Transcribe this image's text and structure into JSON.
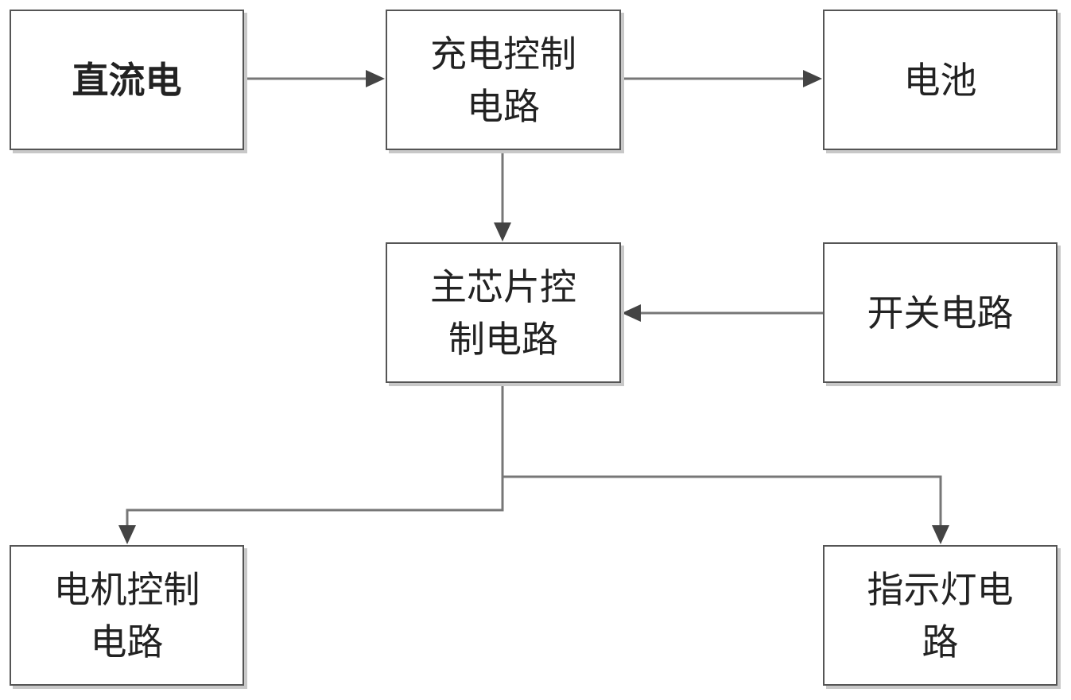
{
  "diagram": {
    "nodes": {
      "dc_power": "直流电",
      "charge_control": "充电控制\n电路",
      "battery": "电池",
      "main_chip": "主芯片控\n制电路",
      "switch": "开关电路",
      "motor_control": "电机控制\n电路",
      "indicator_light": "指示灯电\n路"
    },
    "edges": [
      {
        "from": "dc_power",
        "to": "charge_control"
      },
      {
        "from": "charge_control",
        "to": "battery"
      },
      {
        "from": "charge_control",
        "to": "main_chip"
      },
      {
        "from": "switch",
        "to": "main_chip"
      },
      {
        "from": "main_chip",
        "to": "motor_control"
      },
      {
        "from": "main_chip",
        "to": "indicator_light"
      }
    ],
    "colors": {
      "box_border": "#555555",
      "box_shadow": "#c8c8c8",
      "line": "#777777",
      "arrowhead": "#444444",
      "text": "#222222"
    }
  }
}
